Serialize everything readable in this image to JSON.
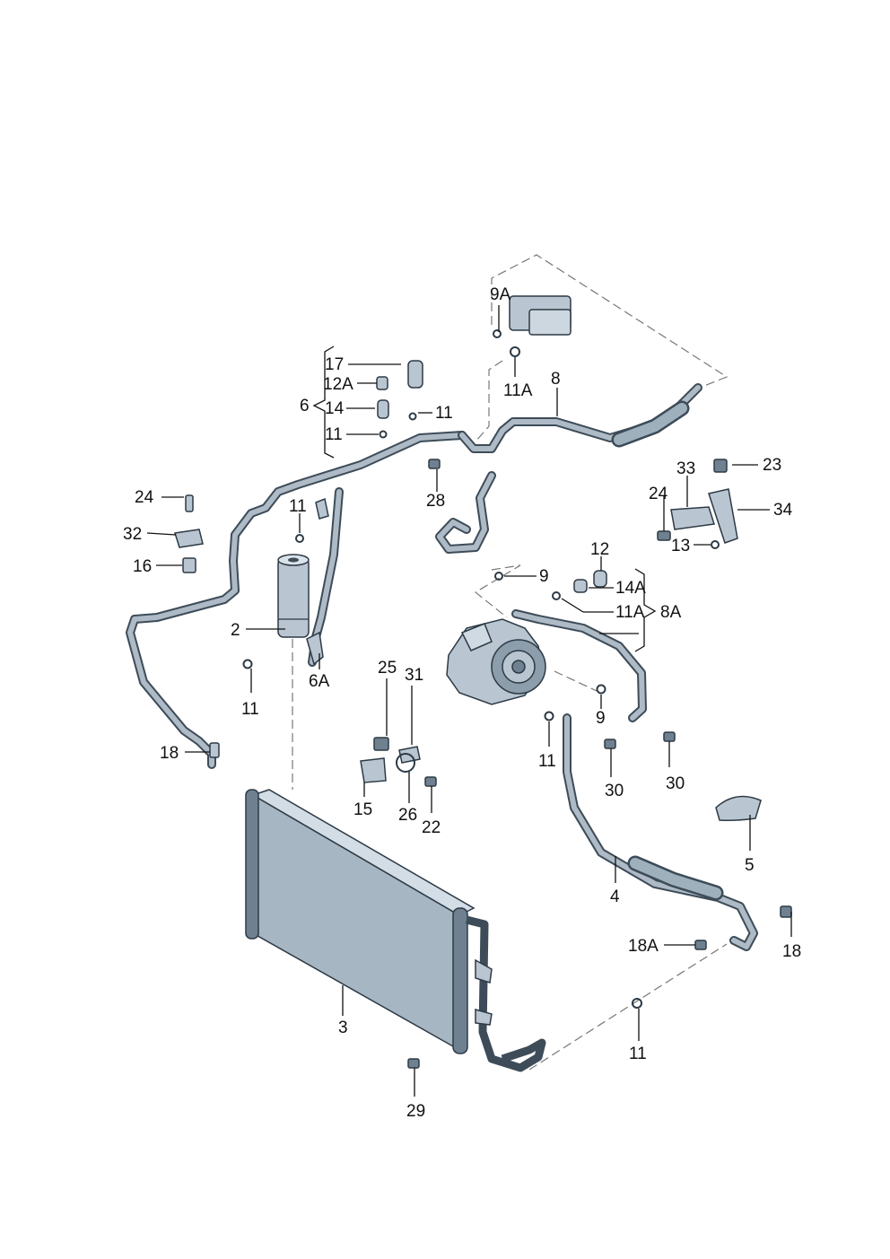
{
  "labels": {
    "l1": "9A",
    "l2": "17",
    "l3": "12A",
    "l4": "6",
    "l5": "14",
    "l6": "11",
    "l7": "11",
    "l8": "11A",
    "l9": "8",
    "l10": "23",
    "l11": "33",
    "l12": "24",
    "l13": "34",
    "l14": "24",
    "l15": "28",
    "l16": "13",
    "l17": "32",
    "l18": "11",
    "l19": "16",
    "l20": "12",
    "l21": "9",
    "l22": "14A",
    "l23": "2",
    "l24": "11A",
    "l25": "8A",
    "l26": "6A",
    "l27": "11",
    "l28": "25",
    "l29": "31",
    "l30": "9",
    "l31": "18",
    "l32": "11",
    "l33": "30",
    "l34": "30",
    "l35": "15",
    "l36": "26",
    "l37": "22",
    "l38": "5",
    "l39": "4",
    "l40": "18A",
    "l41": "18",
    "l42": "3",
    "l43": "11",
    "l44": "29"
  }
}
